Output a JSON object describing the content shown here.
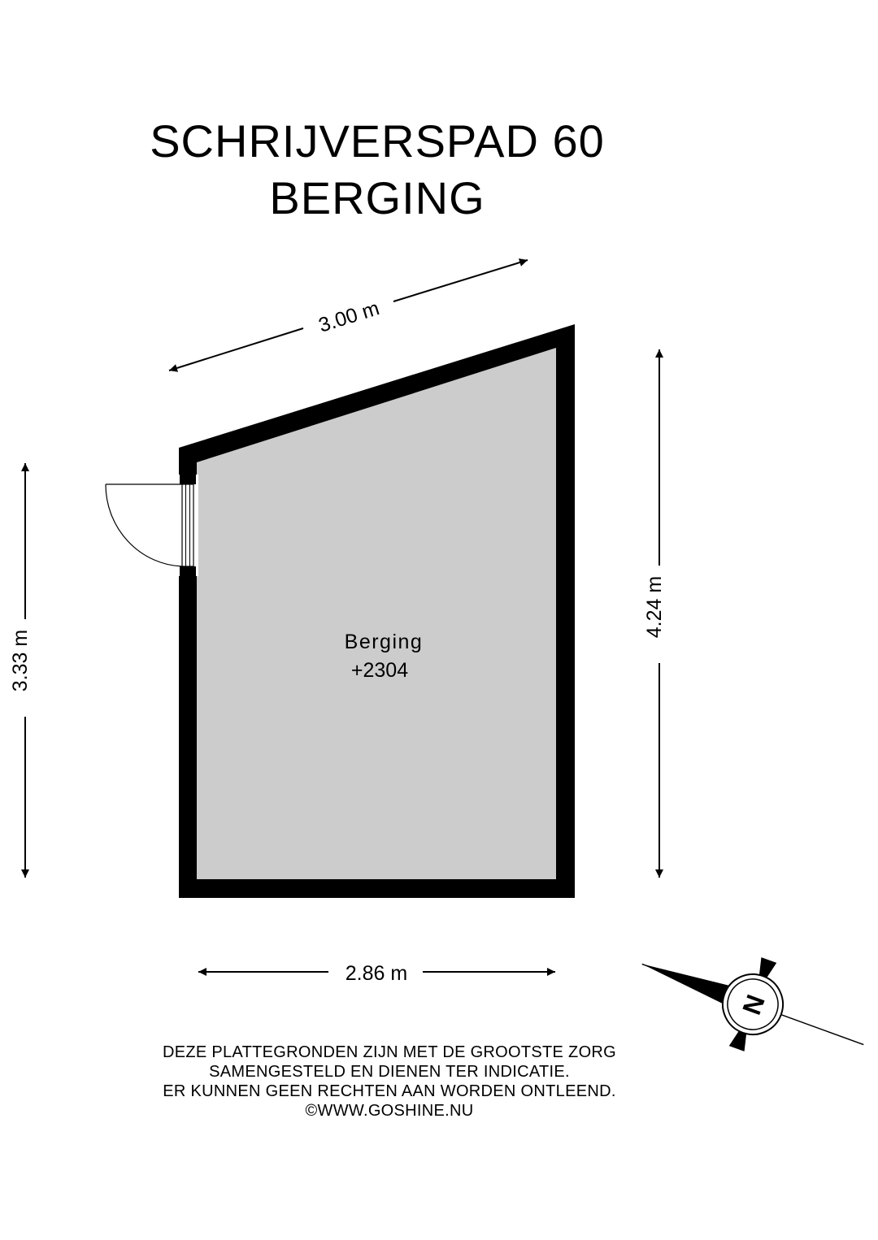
{
  "title": {
    "address": "SCHRIJVERSPAD 60",
    "floor": "BERGING"
  },
  "room": {
    "name": "Berging",
    "level": "+2304",
    "fill_color": "#cccccc",
    "wall_color": "#000000"
  },
  "dimensions": {
    "top": "3.00 m",
    "left": "3.33 m",
    "right": "4.24 m",
    "bottom": "2.86 m"
  },
  "compass": {
    "label": "N",
    "icon": "north-arrow-icon"
  },
  "disclaimer": {
    "line_1": "DEZE PLATTEGRONDEN ZIJN MET DE GROOTSTE ZORG",
    "line_2": "SAMENGESTELD EN DIENEN TER INDICATIE.",
    "line_3": "ER KUNNEN GEEN RECHTEN AAN WORDEN ONTLEEND.",
    "line_4": "©WWW.GOSHINE.NU"
  }
}
